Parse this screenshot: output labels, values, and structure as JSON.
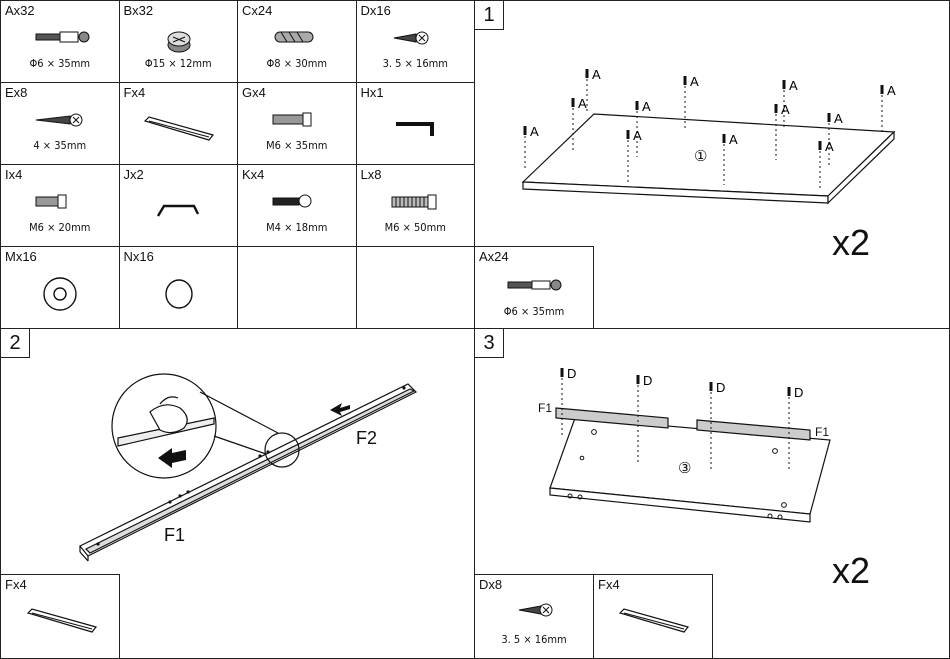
{
  "parts": [
    {
      "code": "Ax32",
      "size": "Φ6 × 35mm",
      "icon": "cam-dowel-icon"
    },
    {
      "code": "Bx32",
      "size": "Φ15 × 12mm",
      "icon": "cam-lock-icon"
    },
    {
      "code": "Cx24",
      "size": "Φ8 × 30mm",
      "icon": "wood-dowel-icon"
    },
    {
      "code": "Dx16",
      "size": "3. 5 × 16mm",
      "icon": "screw-icon"
    },
    {
      "code": "Ex8",
      "size": "4 × 35mm",
      "icon": "long-screw-icon"
    },
    {
      "code": "Fx4",
      "size": "",
      "icon": "drawer-slide-icon"
    },
    {
      "code": "Gx4",
      "size": "M6 × 35mm",
      "icon": "bolt-icon"
    },
    {
      "code": "Hx1",
      "size": "",
      "icon": "allen-key-icon"
    },
    {
      "code": "Ix4",
      "size": "M6 × 20mm",
      "icon": "short-bolt-icon"
    },
    {
      "code": "Jx2",
      "size": "",
      "icon": "handle-icon"
    },
    {
      "code": "Kx4",
      "size": "M4 × 18mm",
      "icon": "black-bolt-icon"
    },
    {
      "code": "Lx8",
      "size": "M6 × 50mm",
      "icon": "threaded-bolt-icon"
    },
    {
      "code": "Mx16",
      "size": "",
      "icon": "foot-pad-icon"
    },
    {
      "code": "Nx16",
      "size": "",
      "icon": "cap-disc-icon"
    }
  ],
  "step1": {
    "number": "1",
    "extra_part": {
      "code": "Ax24",
      "size": "Φ6 × 35mm"
    },
    "multiplier": "x2",
    "panel_label": "①",
    "pin_label": "A"
  },
  "step2": {
    "number": "2",
    "label_f1": "F1",
    "label_f2": "F2",
    "part": {
      "code": "Fx4"
    }
  },
  "step3": {
    "number": "3",
    "multiplier": "x2",
    "panel_label": "③",
    "screw_label": "D",
    "label_f1": "F1",
    "parts": [
      {
        "code": "Dx8",
        "size": "3. 5 × 16mm"
      },
      {
        "code": "Fx4",
        "size": ""
      }
    ]
  }
}
